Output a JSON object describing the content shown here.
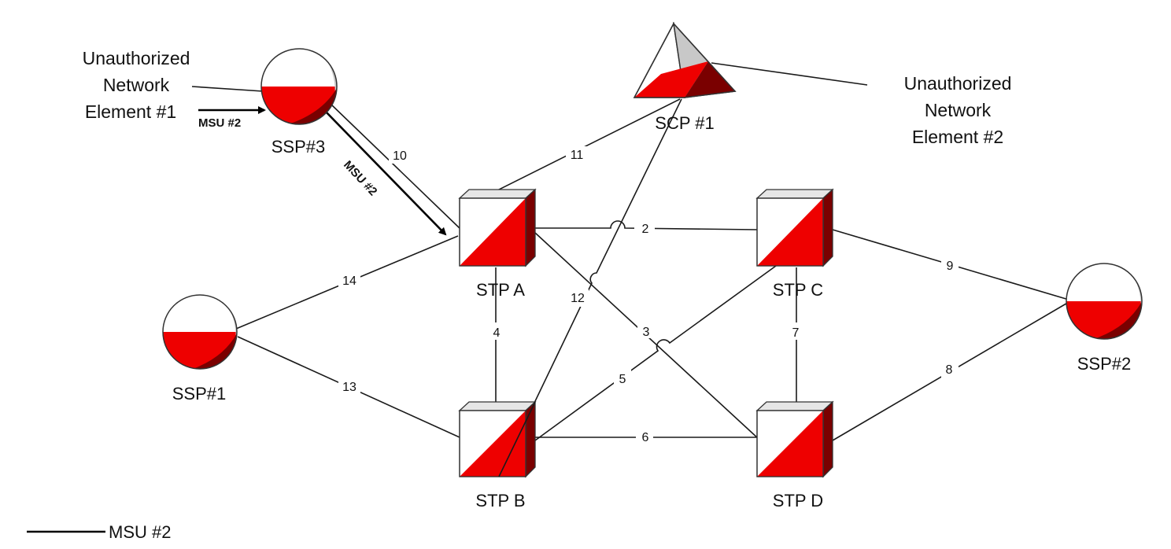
{
  "colors": {
    "red": "#ee0000",
    "dark_red": "#7a0000",
    "light_gray": "#c8c8c8",
    "dark_gray": "#777777",
    "line": "#1a1a1a"
  },
  "nodes": {
    "ssp3": {
      "label": "SSP#3",
      "icon": "ssp-sphere-icon"
    },
    "ssp1": {
      "label": "SSP#1",
      "icon": "ssp-sphere-icon"
    },
    "ssp2": {
      "label": "SSP#2",
      "icon": "ssp-sphere-icon"
    },
    "scp1": {
      "label": "SCP #1",
      "icon": "scp-pyramid-icon"
    },
    "stpA": {
      "label": "STP A",
      "icon": "stp-cube-icon"
    },
    "stpB": {
      "label": "STP B",
      "icon": "stp-cube-icon"
    },
    "stpC": {
      "label": "STP C",
      "icon": "stp-cube-icon"
    },
    "stpD": {
      "label": "STP D",
      "icon": "stp-cube-icon"
    }
  },
  "annotations": {
    "une1": [
      "Unauthorized",
      "Network",
      "Element #1"
    ],
    "une2": [
      "Unauthorized",
      "Network",
      "Element #2"
    ]
  },
  "links": [
    {
      "id": "2",
      "label": "2"
    },
    {
      "id": "3",
      "label": "3"
    },
    {
      "id": "4",
      "label": "4"
    },
    {
      "id": "5",
      "label": "5"
    },
    {
      "id": "6",
      "label": "6"
    },
    {
      "id": "7",
      "label": "7"
    },
    {
      "id": "8",
      "label": "8"
    },
    {
      "id": "9",
      "label": "9"
    },
    {
      "id": "10",
      "label": "10"
    },
    {
      "id": "11",
      "label": "11"
    },
    {
      "id": "12",
      "label": "12"
    },
    {
      "id": "13",
      "label": "13"
    },
    {
      "id": "14",
      "label": "14"
    }
  ],
  "msu": {
    "arrow_in_label": "MSU #2",
    "arrow_path_label": "MSU #2"
  },
  "legend": {
    "label": "MSU #2"
  }
}
